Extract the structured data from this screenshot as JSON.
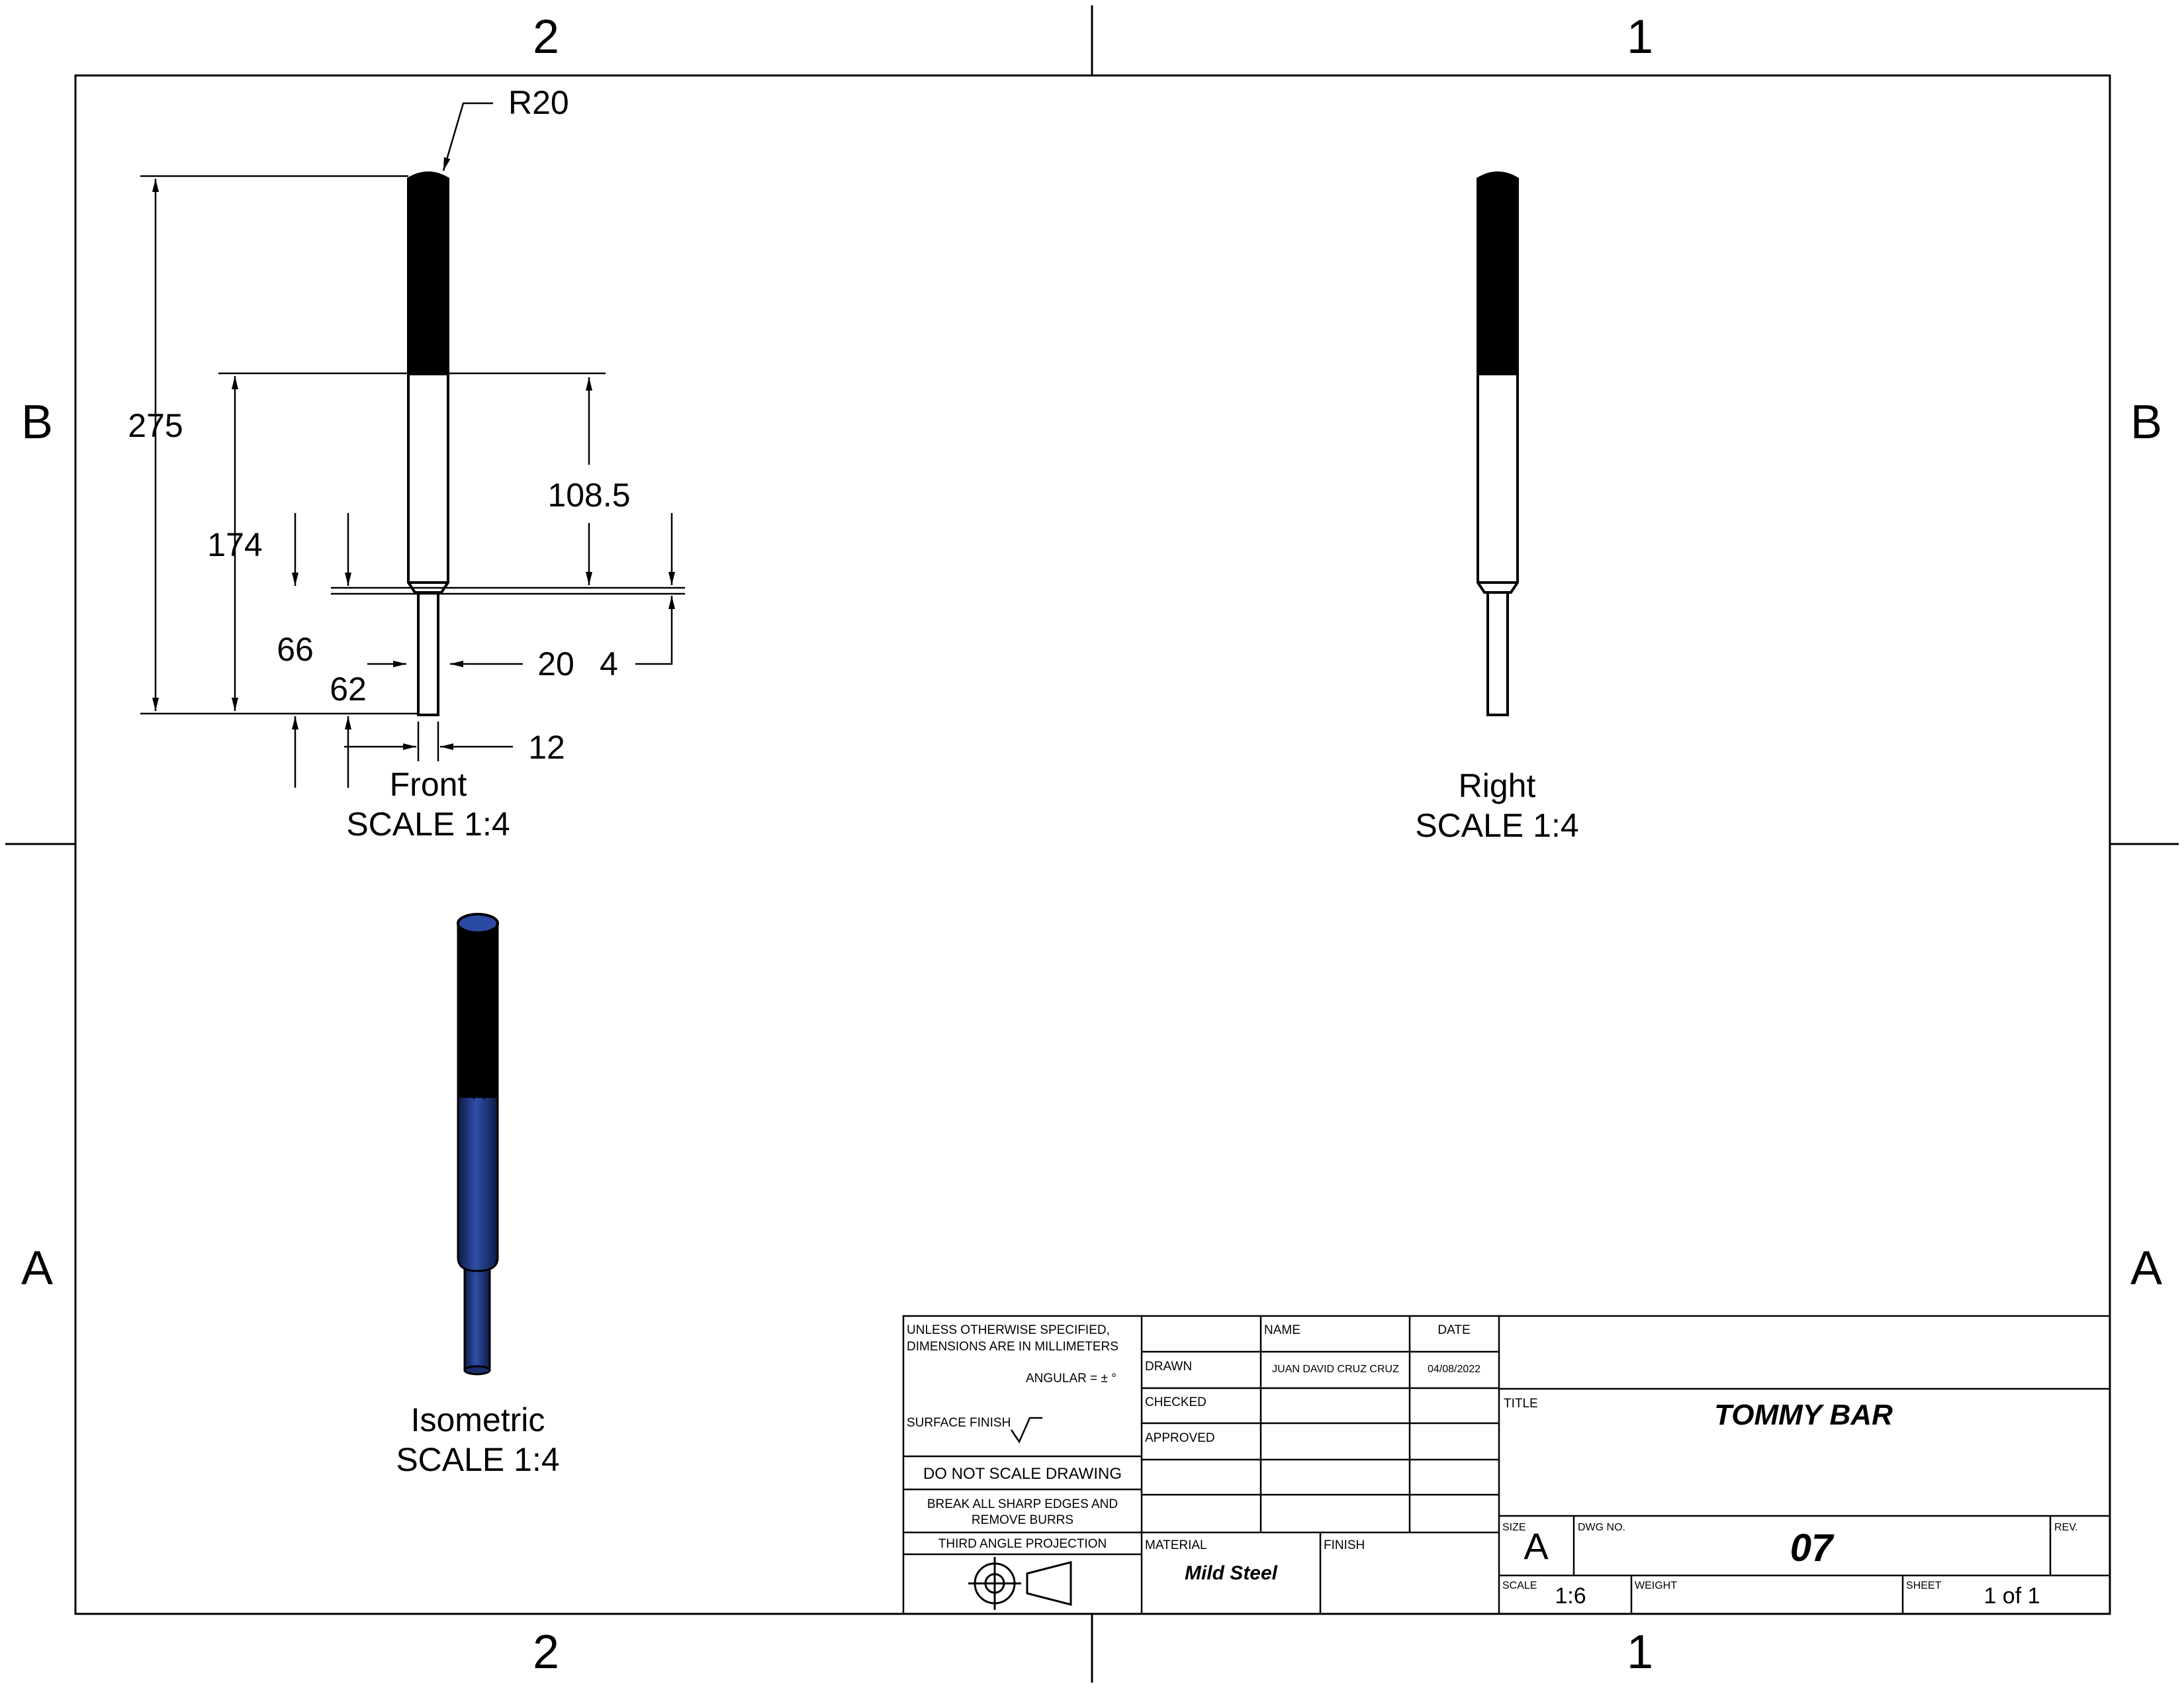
{
  "border_zones": {
    "col_left": "2",
    "col_right": "1",
    "row_top": "B",
    "row_bottom": "A"
  },
  "views": {
    "front": {
      "name": "Front",
      "scale": "SCALE 1:4"
    },
    "right": {
      "name": "Right",
      "scale": "SCALE 1:4"
    },
    "isometric": {
      "name": "Isometric",
      "scale": "SCALE 1:4"
    }
  },
  "dimensions": {
    "radius": "R20",
    "overall_length": "275",
    "shank_length": "174",
    "grip_length": "108.5",
    "step_a": "66",
    "step_b": "62",
    "dia_large": "20",
    "chamfer": "4",
    "dia_small": "12"
  },
  "title_block": {
    "tolerance_note_1": "UNLESS OTHERWISE SPECIFIED,",
    "tolerance_note_2": "DIMENSIONS ARE IN MILLIMETERS",
    "angular": "ANGULAR = ± °",
    "surface_finish": "SURFACE FINISH",
    "do_not_scale": "DO NOT SCALE DRAWING",
    "break_edges_1": "BREAK ALL SHARP EDGES AND",
    "break_edges_2": "REMOVE BURRS",
    "projection": "THIRD ANGLE PROJECTION",
    "name_header": "NAME",
    "date_header": "DATE",
    "drawn_label": "DRAWN",
    "drawn_name": "JUAN DAVID CRUZ CRUZ",
    "drawn_date": "04/08/2022",
    "checked_label": "CHECKED",
    "approved_label": "APPROVED",
    "material_label": "MATERIAL",
    "material": "Mild Steel",
    "finish_label": "FINISH",
    "title_label": "TITLE",
    "title": "TOMMY BAR",
    "size_label": "SIZE",
    "size": "A",
    "dwg_no_label": "DWG NO.",
    "dwg_no": "07",
    "rev_label": "REV.",
    "scale_label": "SCALE",
    "scale": "1:6",
    "weight_label": "WEIGHT",
    "sheet_label": "SHEET",
    "sheet": "1 of 1"
  },
  "colors": {
    "line": "#000000",
    "isometric_body": "#24408f",
    "isometric_dark": "#0d1a45",
    "knurl": "#000000"
  }
}
